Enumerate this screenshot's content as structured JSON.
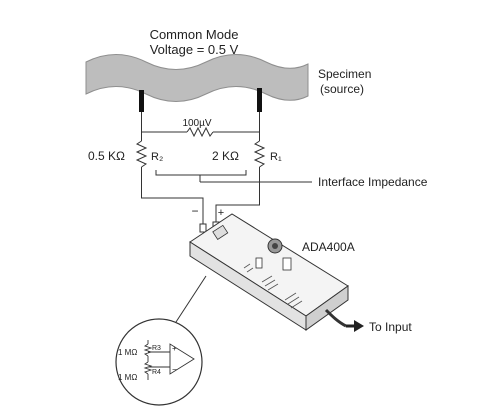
{
  "title_line1": "Common Mode",
  "title_line2": "Voltage = 0.5 V",
  "specimen_line1": "Specimen",
  "specimen_line2": "(source)",
  "voltage_label": "100µV",
  "left_resistance": "0.5 KΩ",
  "left_resistor": "R₂",
  "right_resistance": "2 KΩ",
  "right_resistor": "R₁",
  "interface_label": "Interface Impedance",
  "minus_sign": "−",
  "plus_sign": "+",
  "device_label": "ADA400A",
  "output_label": "To Input",
  "inset": {
    "r_top_value": "1 MΩ",
    "r_top_name": "R3",
    "r_bottom_value": "1 MΩ",
    "r_bottom_name": "R4",
    "plus": "+",
    "minus": "−"
  }
}
